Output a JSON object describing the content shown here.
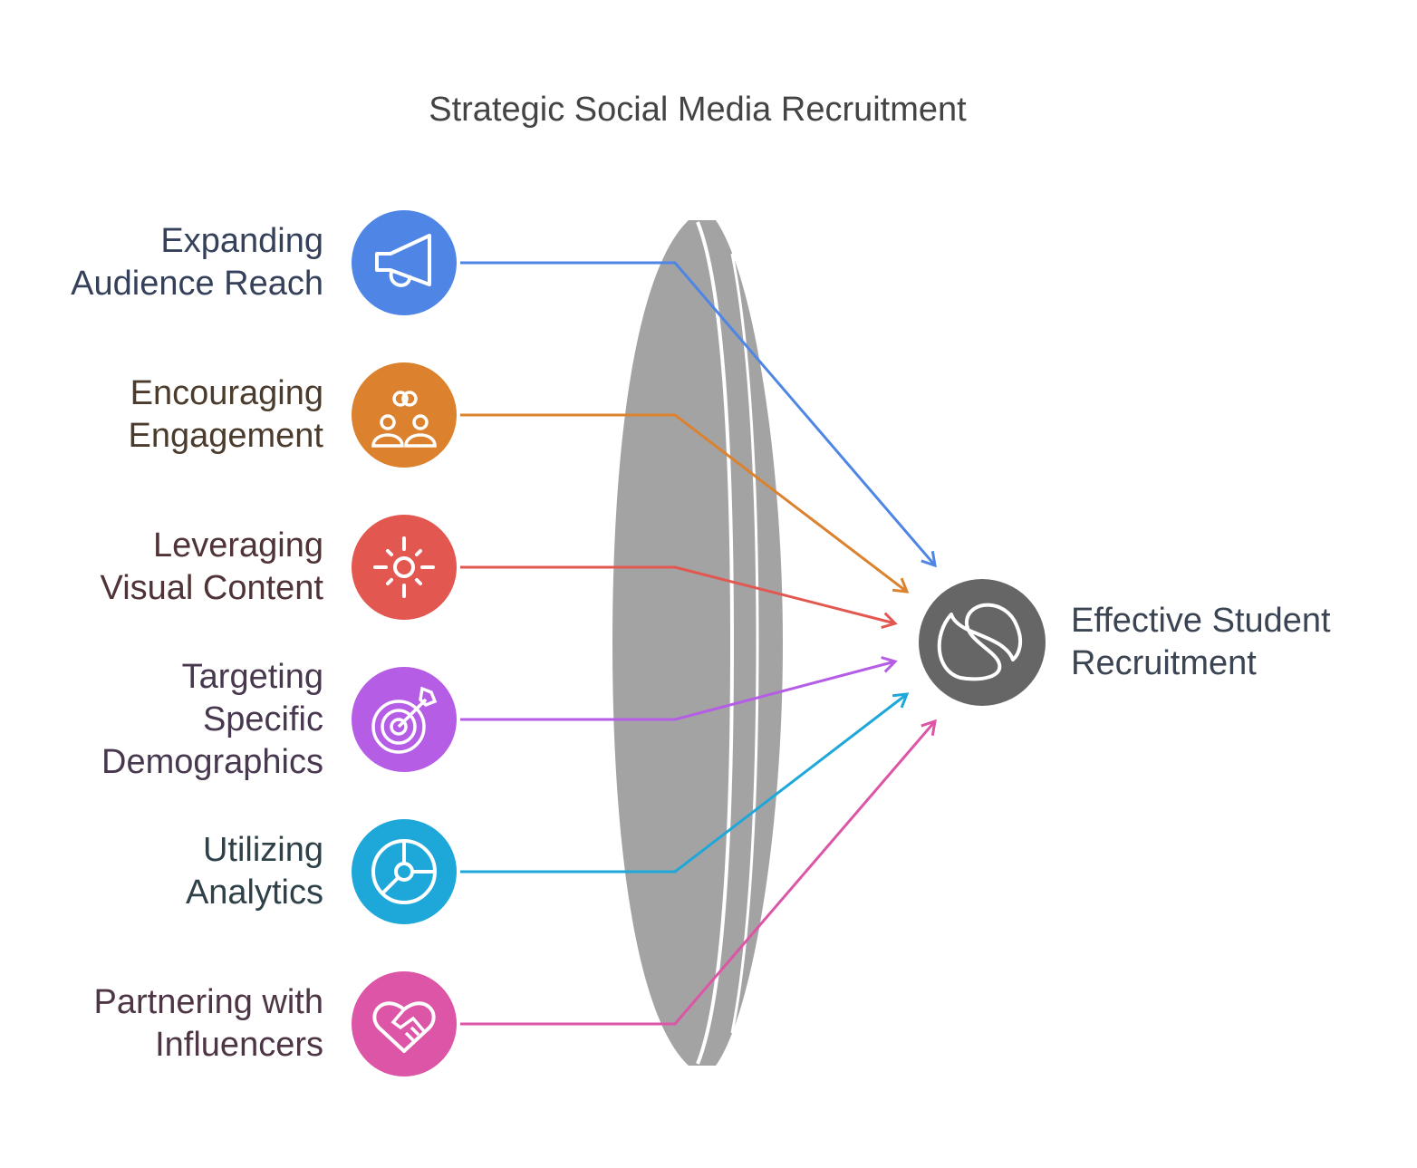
{
  "title": "Strategic Social Media Recruitment",
  "inputs": [
    {
      "label_lines": [
        "Expanding",
        "Audience Reach"
      ],
      "icon": "megaphone-icon",
      "color": "#4f86e6",
      "text_color": "#35405a"
    },
    {
      "label_lines": [
        "Encouraging",
        "Engagement"
      ],
      "icon": "people-link-icon",
      "color": "#dc822f",
      "text_color": "#4a3b2c"
    },
    {
      "label_lines": [
        "Leveraging",
        "Visual Content"
      ],
      "icon": "sun-icon",
      "color": "#e35751",
      "text_color": "#4f3336"
    },
    {
      "label_lines": [
        "Targeting",
        "Specific",
        "Demographics"
      ],
      "icon": "target-icon",
      "color": "#b55de5",
      "text_color": "#47384f"
    },
    {
      "label_lines": [
        "Utilizing",
        "Analytics"
      ],
      "icon": "pie-chart-icon",
      "color": "#1ea8d9",
      "text_color": "#2e4048"
    },
    {
      "label_lines": [
        "Partnering with",
        "Influencers"
      ],
      "icon": "handshake-heart-icon",
      "color": "#dd55a6",
      "text_color": "#4d3545"
    }
  ],
  "output": {
    "label_lines": [
      "Effective Student",
      "Recruitment"
    ],
    "icon": "swirl-logo-icon",
    "color": "#666666"
  },
  "lens_color": "#a3a3a3"
}
